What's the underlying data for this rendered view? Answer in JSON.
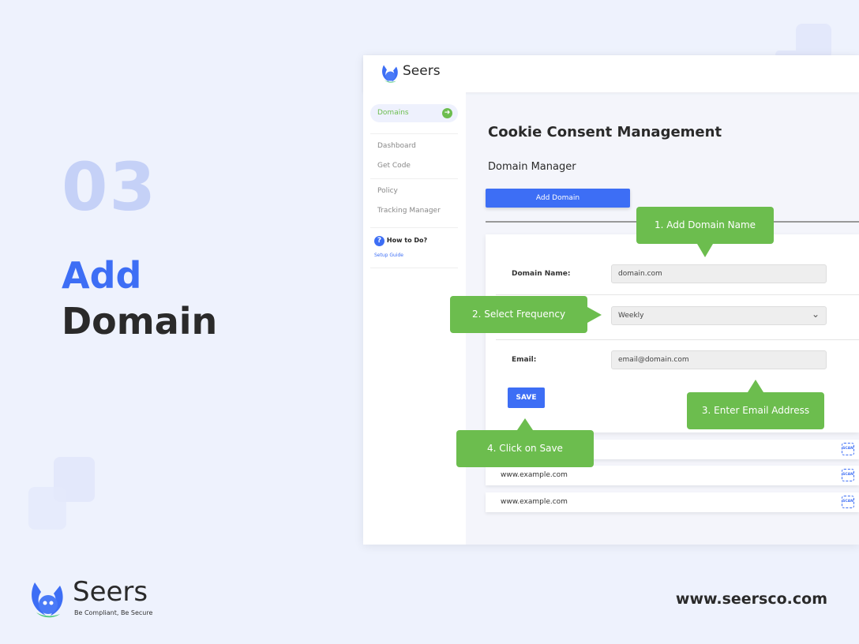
{
  "step_number": "03",
  "title_line1": "Add",
  "title_line2": "Domain",
  "website": "www.seersco.com",
  "brand": {
    "name": "Seers",
    "tagline": "Be Compliant, Be Secure"
  },
  "colors": {
    "accent": "#3d6ef5",
    "callout": "#6cbd4e",
    "background": "#eef2fd"
  },
  "app": {
    "logo": "Seers",
    "sidebar": {
      "selected": "Domains",
      "items": [
        "Dashboard",
        "Get Code",
        "Policy",
        "Tracking Manager"
      ],
      "help_title": "How to Do?",
      "help_link": "Setup Guide"
    },
    "page_title": "Cookie Consent Management",
    "section_title": "Domain Manager",
    "add_button": "Add Domain",
    "form": {
      "domain_label": "Domain Name:",
      "domain_value": "domain.com",
      "frequency_value": "Weekly",
      "email_label": "Email:",
      "email_value": "email@domain.com",
      "save_label": "SAVE"
    },
    "domains": [
      "",
      "www.example.com",
      "www.example.com"
    ],
    "scan_label": "SCAN"
  },
  "callouts": [
    "1. Add Domain Name",
    "2. Select Frequency",
    "3. Enter Email Address",
    "4. Click on Save"
  ]
}
